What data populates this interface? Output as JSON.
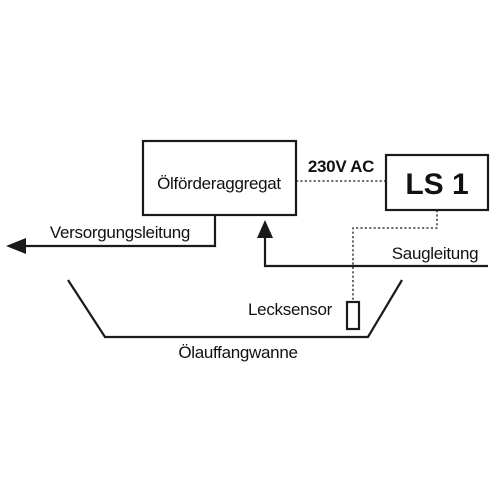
{
  "diagram": {
    "units": {
      "pump": "Ölförderaggregat",
      "controller": "LS 1"
    },
    "lines": {
      "power": "230V AC",
      "supply": "Versorgungsleitung",
      "suction": "Saugleitung"
    },
    "sensor": "Lecksensor",
    "tray": "Ölauffangwanne"
  }
}
